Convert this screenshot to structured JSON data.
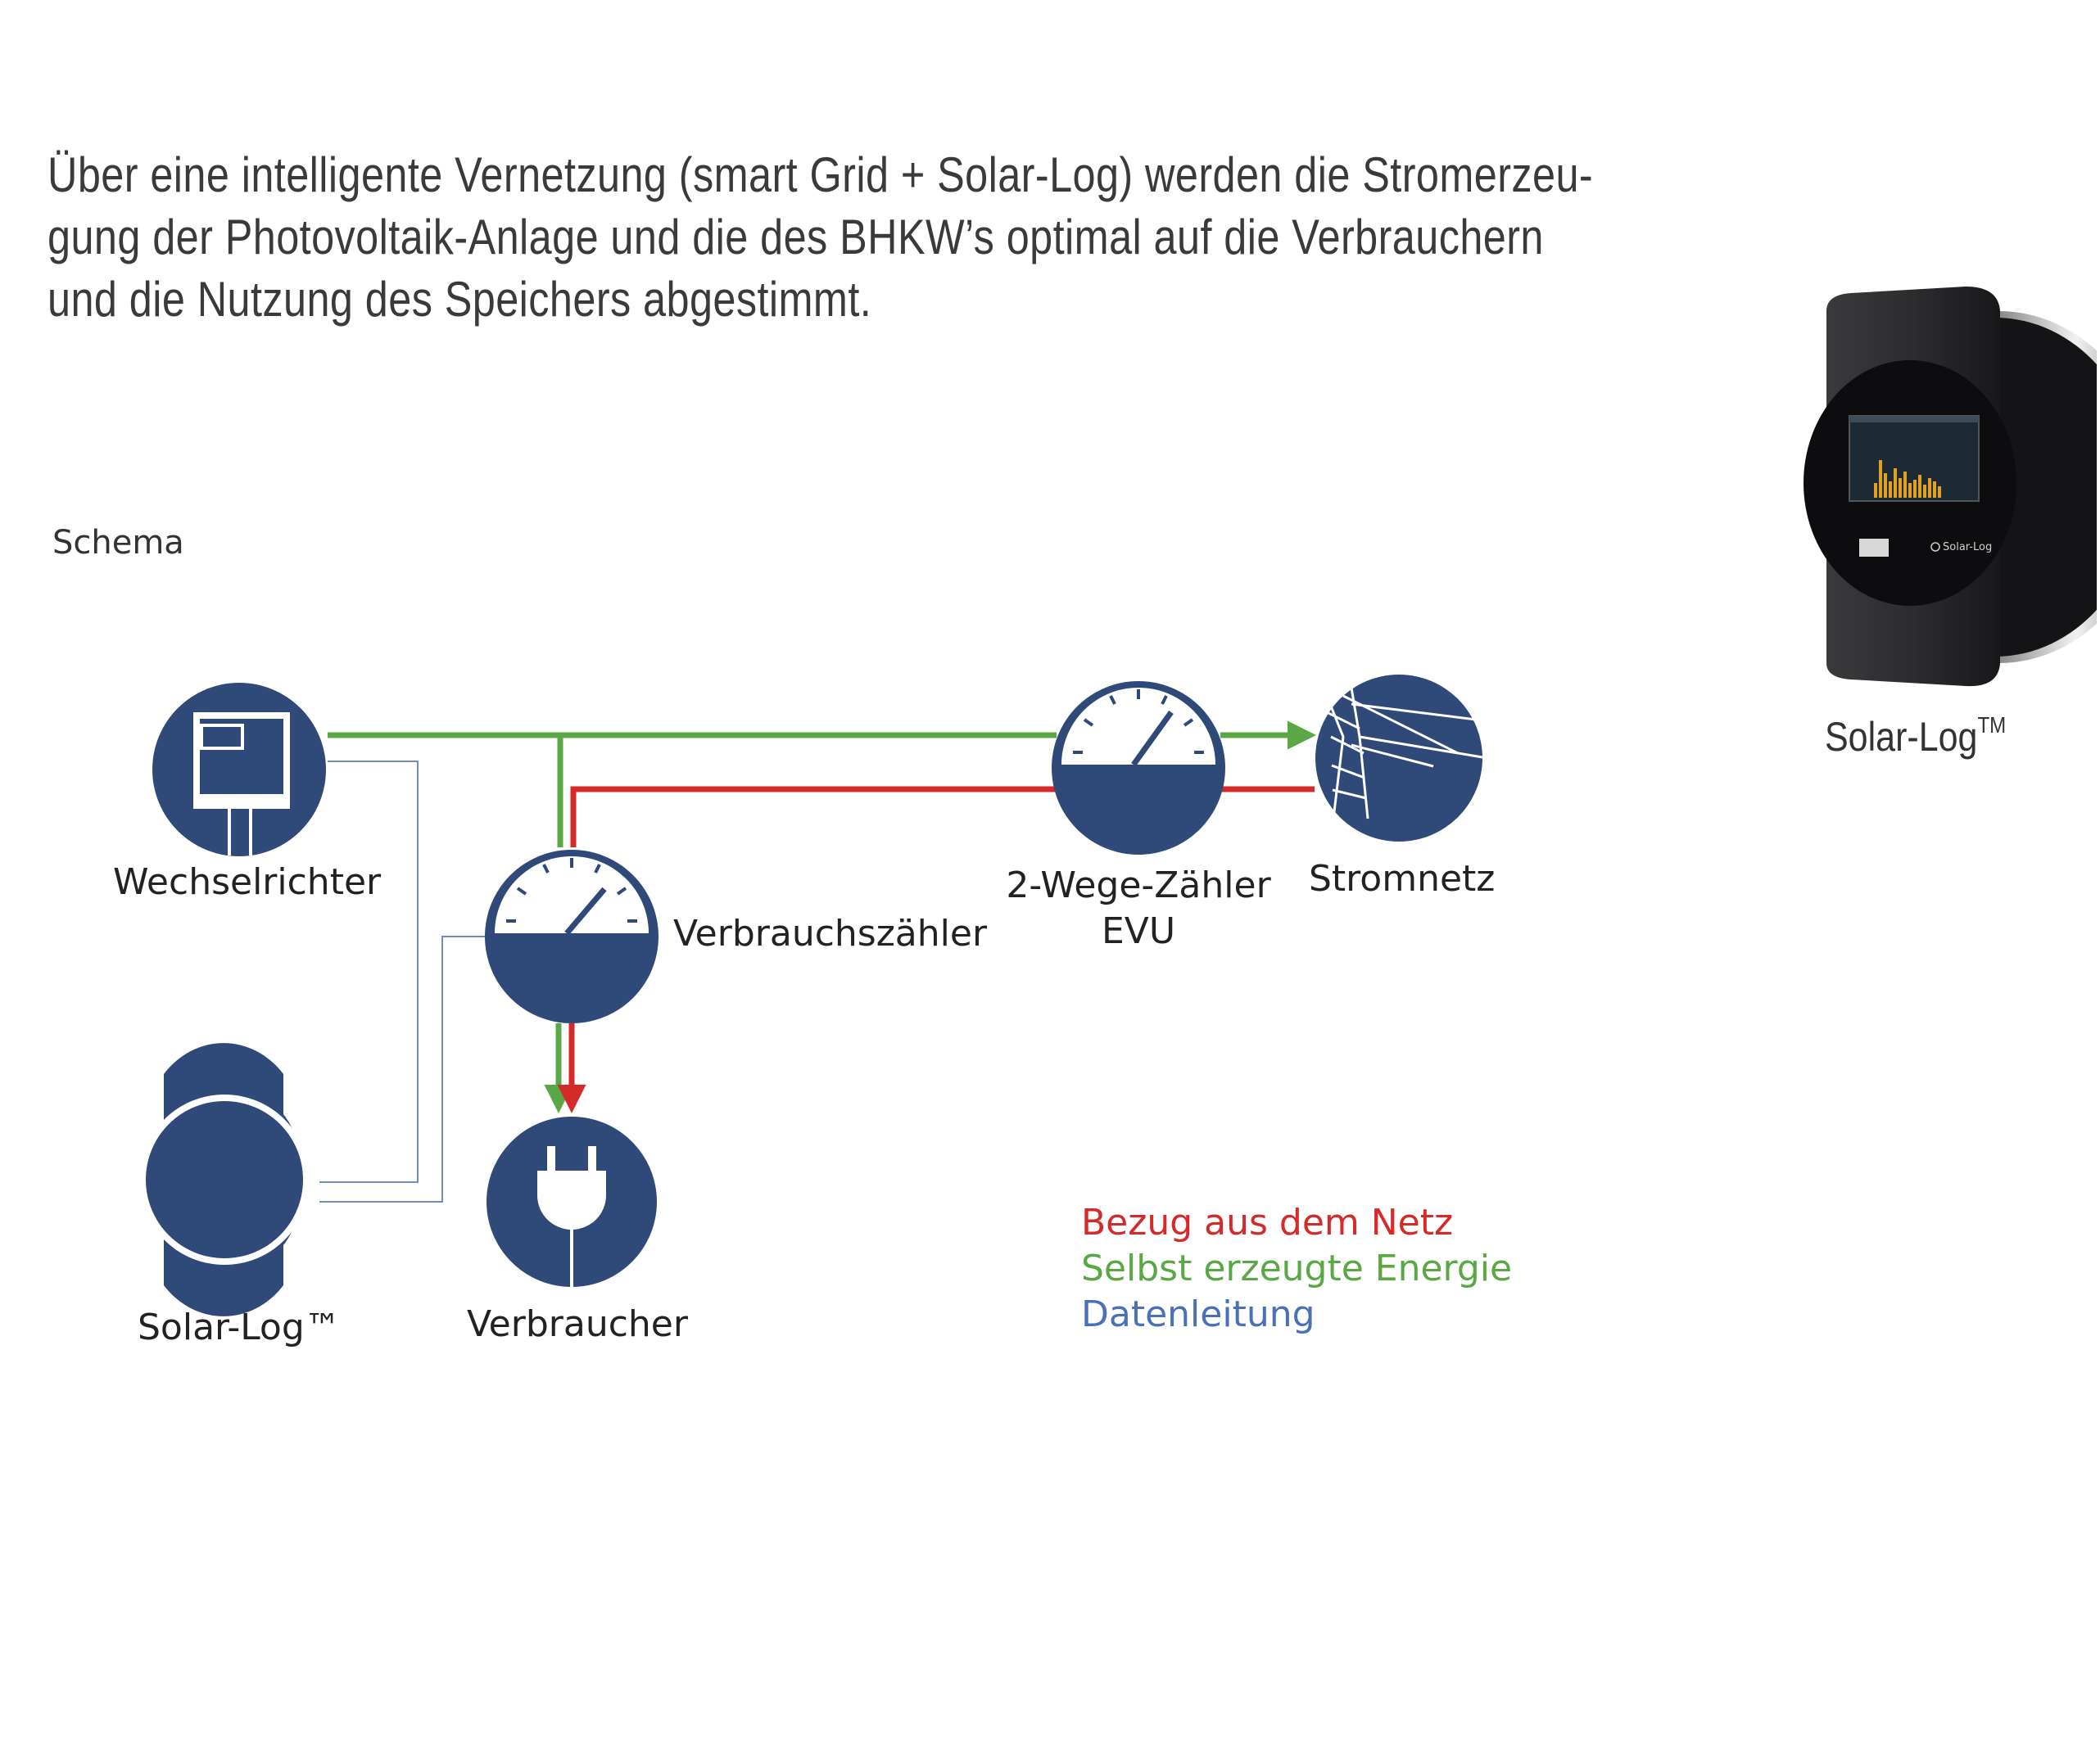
{
  "intro": {
    "line1": "Über eine intelligente Vernetzung (smart Grid + Solar-Log) werden die Stromerzeu-",
    "line2": "gung der Photovoltaik-Anlage und die des BHKW’s optimal auf die Verbrauchern",
    "line3": "und die Nutzung des Speichers abgestimmt."
  },
  "schema": {
    "title": "Schema",
    "nodes": {
      "inverter": "Wechselrichter",
      "consumption_meter": "Verbrauchszähler",
      "two_way_meter_line1": "2-Wege-Zähler",
      "two_way_meter_line2": "EVU",
      "grid": "Stromnetz",
      "solarlog": "Solar-Log™",
      "consumer": "Verbraucher"
    },
    "legend": [
      {
        "label": "Bezug aus dem Netz",
        "color": "#d42a2a"
      },
      {
        "label": "Selbst erzeugte Energie",
        "color": "#5aa845"
      },
      {
        "label": "Datenleitung",
        "color": "#4a70b8"
      }
    ],
    "colors": {
      "node": "#2f4a78",
      "grid_line": "#d42a2a",
      "self_line": "#5aa845",
      "data_line": "#6f8fc4"
    },
    "icons": [
      "inverter-icon",
      "meter-icon",
      "grid-tower-icon",
      "solarlog-icon",
      "plug-icon"
    ]
  },
  "product": {
    "caption_main": "Solar-Log",
    "caption_sup": "TM",
    "screen_brand": "Solar-Log",
    "icon": "solarlog-device-photo"
  }
}
